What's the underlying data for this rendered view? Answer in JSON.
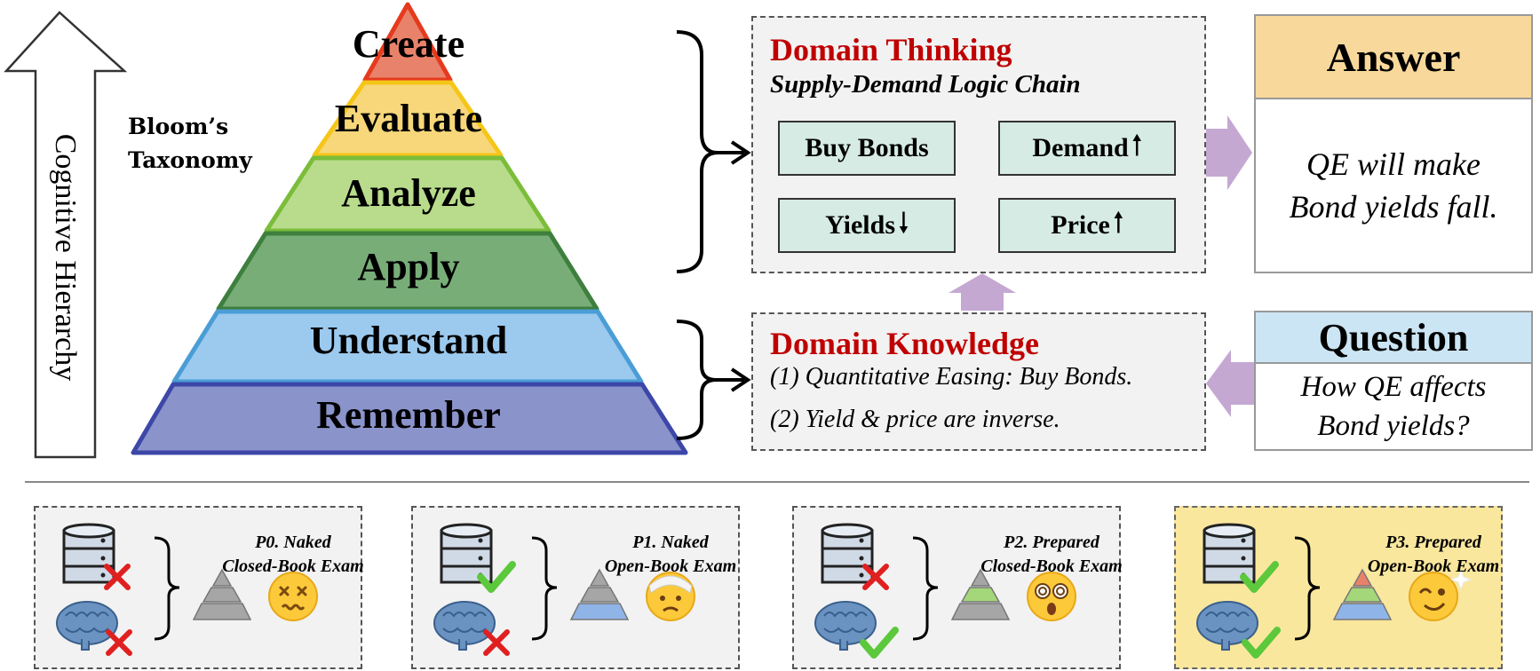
{
  "hierarchy": {
    "label": "Cognitive Hierarchy"
  },
  "taxonomy": {
    "line1": "Bloom’s",
    "line2": "Taxonomy"
  },
  "pyramid": {
    "levels": [
      {
        "label": "Create",
        "color": "#e8826a"
      },
      {
        "label": "Evaluate",
        "color": "#f7d77a"
      },
      {
        "label": "Analyze",
        "color": "#b8dc8c"
      },
      {
        "label": "Apply",
        "color": "#78ad78"
      },
      {
        "label": "Understand",
        "color": "#9cc9ee"
      },
      {
        "label": "Remember",
        "color": "#8b93cb"
      }
    ]
  },
  "thinking": {
    "title": "Domain Thinking",
    "subtitle": "Supply-Demand Logic Chain",
    "buy": "Buy Bonds",
    "demand": "Demand",
    "price": "Price",
    "yields": "Yields",
    "up": "🠑",
    "down": "🠓"
  },
  "knowledge": {
    "title": "Domain Knowledge",
    "line1": "(1) Quantitative Easing: Buy Bonds.",
    "line2": "(2) Yield & price are inverse."
  },
  "answer": {
    "header": "Answer",
    "line1": "QE will make",
    "line2": "Bond yields fall.",
    "header_color": "#f9d99b"
  },
  "question": {
    "header": "Question",
    "line1": "How QE affects",
    "line2": "Bond yields?",
    "header_color": "#cce5f4"
  },
  "scenarios": [
    {
      "line1": "P0. Naked",
      "line2": "Closed-Book Exam"
    },
    {
      "line1": "P1. Naked",
      "line2": "Open-Book Exam"
    },
    {
      "line1": "P2. Prepared",
      "line2": "Closed-Book Exam"
    },
    {
      "line1": "P3. Prepared",
      "line2": "Open-Book Exam"
    }
  ],
  "colors": {
    "accent_red": "#c00000",
    "arrow_purple": "#c5a8d2",
    "check_green": "#5cc83c",
    "cross_red": "#e02020",
    "highlight_yellow": "#fae79e"
  }
}
